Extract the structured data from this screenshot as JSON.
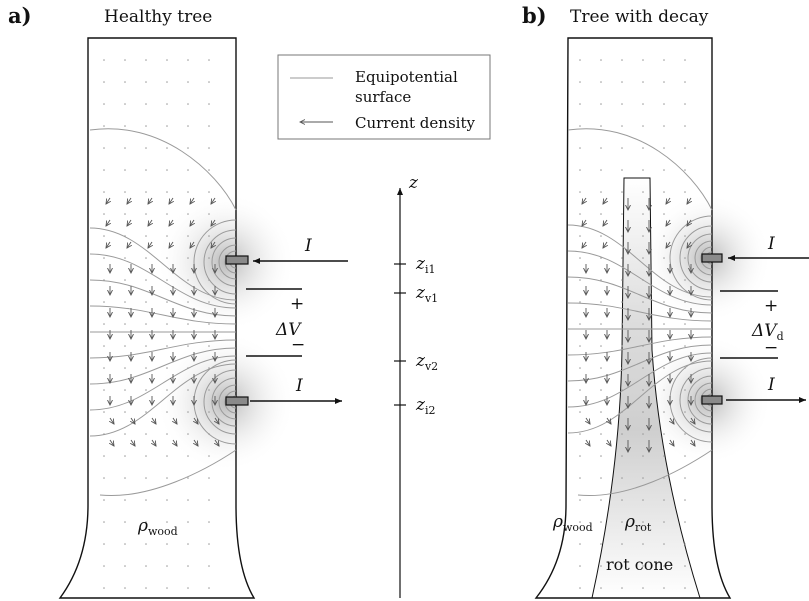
{
  "panels": {
    "a": {
      "letter": "a)",
      "title": "Healthy tree",
      "rho_symbol": "ρ",
      "rho_sub": "wood",
      "current": "I",
      "plus": "+",
      "minus": "−",
      "delta_v": "ΔV",
      "delta_v_sub": ""
    },
    "b": {
      "letter": "b)",
      "title": "Tree with decay",
      "rho_symbol": "ρ",
      "rho_wood_sub": "wood",
      "rho_rot_sub": "rot",
      "rot_cone": "rot cone",
      "current": "I",
      "plus": "+",
      "minus": "−",
      "delta_v": "ΔV",
      "delta_v_sub": "d"
    }
  },
  "legend": {
    "equipotential_line1": "Equipotential",
    "equipotential_line2": "surface",
    "current_density": "Current density"
  },
  "axis": {
    "z": "z",
    "ticks": [
      {
        "base": "z",
        "sub": "i1"
      },
      {
        "base": "z",
        "sub": "v1"
      },
      {
        "base": "z",
        "sub": "v2"
      },
      {
        "base": "z",
        "sub": "i2"
      }
    ]
  },
  "colors": {
    "stroke": "#111111",
    "field_line": "#9a9a9a",
    "arrow": "#555555",
    "dot": "#9a9a9a",
    "electrode_fill": "#8a8a8a"
  }
}
